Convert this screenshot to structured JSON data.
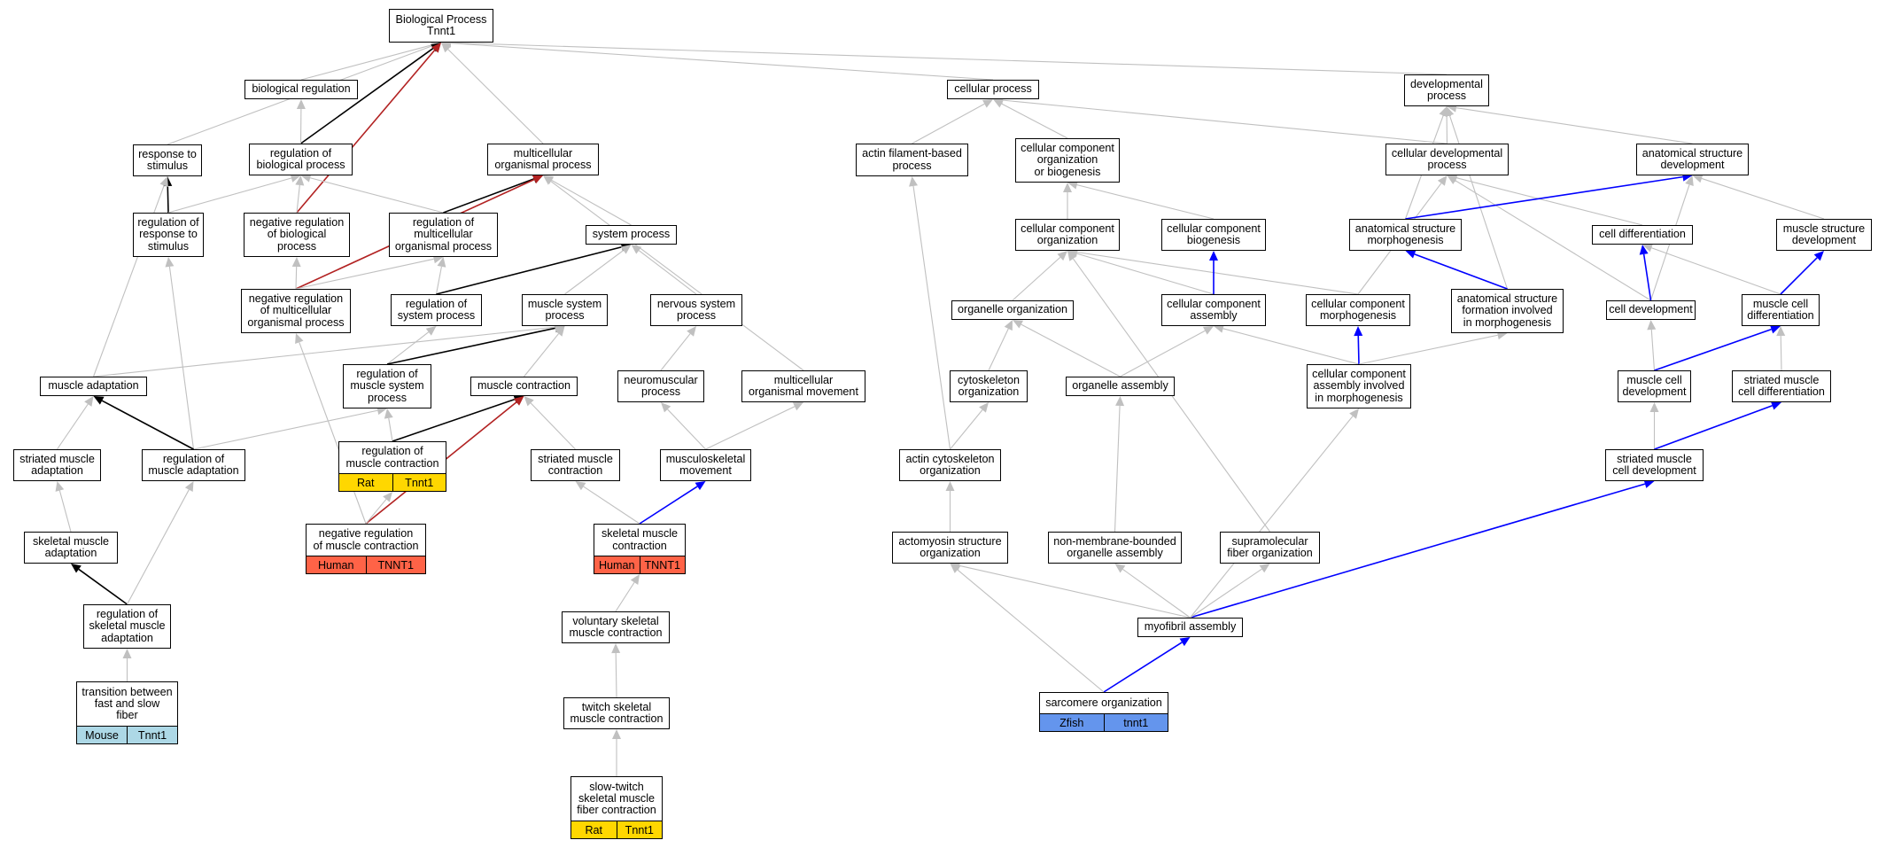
{
  "colors": {
    "gray": "#c0c0c0",
    "black": "#000000",
    "red": "#b22222",
    "blue": "#0000ff",
    "rat": "#ffd700",
    "human": "#ff6347",
    "mouse": "#add8e6",
    "zfish": "#6495ed"
  },
  "nodes": {
    "root": {
      "label": "Biological Process\nTnnt1"
    },
    "bioreg": {
      "label": "biological regulation"
    },
    "cellproc": {
      "label": "cellular process"
    },
    "devproc": {
      "label": "developmental\nprocess"
    },
    "respstim": {
      "label": "response to\nstimulus"
    },
    "regbio": {
      "label": "regulation of\nbiological process"
    },
    "multi": {
      "label": "multicellular\norganismal process"
    },
    "actinfil": {
      "label": "actin filament-based\nprocess"
    },
    "ccob": {
      "label": "cellular component\norganization\nor biogenesis"
    },
    "celldevproc": {
      "label": "cellular developmental\nprocess"
    },
    "asdev": {
      "label": "anatomical structure\ndevelopment"
    },
    "regresp": {
      "label": "regulation of\nresponse to\nstimulus"
    },
    "negregbio": {
      "label": "negative regulation\nof biological\nprocess"
    },
    "regmulti": {
      "label": "regulation of\nmulticellular\norganismal process"
    },
    "sysproc": {
      "label": "system process"
    },
    "cco": {
      "label": "cellular component\norganization"
    },
    "ccb": {
      "label": "cellular component\nbiogenesis"
    },
    "asmorph": {
      "label": "anatomical structure\nmorphogenesis"
    },
    "celldiff": {
      "label": "cell differentiation"
    },
    "musstructdev": {
      "label": "muscle structure\ndevelopment"
    },
    "negregmulti": {
      "label": "negative regulation\nof multicellular\norganismal process"
    },
    "regsys": {
      "label": "regulation of\nsystem process"
    },
    "mussys": {
      "label": "muscle system\nprocess"
    },
    "nervsys": {
      "label": "nervous system\nprocess"
    },
    "orgorg": {
      "label": "organelle organization"
    },
    "cca": {
      "label": "cellular component\nassembly"
    },
    "ccmorph": {
      "label": "cellular component\nmorphogenesis"
    },
    "asform": {
      "label": "anatomical structure\nformation involved\nin morphogenesis"
    },
    "celldev": {
      "label": "cell development"
    },
    "muscelldiff": {
      "label": "muscle cell\ndifferentiation"
    },
    "musadapt": {
      "label": "muscle adaptation"
    },
    "regmussys": {
      "label": "regulation of\nmuscle system\nprocess"
    },
    "muscontr": {
      "label": "muscle contraction"
    },
    "neuromusc": {
      "label": "neuromuscular\nprocess"
    },
    "multimove": {
      "label": "multicellular\norganismal movement"
    },
    "cytoorg": {
      "label": "cytoskeleton\norganization"
    },
    "orgasm": {
      "label": "organelle assembly"
    },
    "ccasmorph": {
      "label": "cellular component\nassembly involved\nin morphogenesis"
    },
    "muscelldev": {
      "label": "muscle cell\ndevelopment"
    },
    "strmuscelldiff": {
      "label": "striated muscle\ncell differentiation"
    },
    "stradapt": {
      "label": "striated muscle\nadaptation"
    },
    "regmusadapt": {
      "label": "regulation of\nmuscle adaptation"
    },
    "regmuscontr": {
      "label": "regulation of\nmuscle contraction",
      "ann": [
        "Rat",
        "Tnnt1"
      ],
      "color": "rat"
    },
    "strcontr": {
      "label": "striated muscle\ncontraction"
    },
    "muskelmove": {
      "label": "musculoskeletal\nmovement"
    },
    "actincyto": {
      "label": "actin cytoskeleton\norganization"
    },
    "strmuscelldev": {
      "label": "striated muscle\ncell development"
    },
    "skeladapt": {
      "label": "skeletal muscle\nadaptation"
    },
    "negregmuscontr": {
      "label": "negative regulation\nof muscle contraction",
      "ann": [
        "Human",
        "TNNT1"
      ],
      "color": "human"
    },
    "skelcontr": {
      "label": "skeletal muscle\ncontraction",
      "ann": [
        "Human",
        "TNNT1"
      ],
      "color": "human"
    },
    "actomyo": {
      "label": "actomyosin structure\norganization"
    },
    "nonmem": {
      "label": "non-membrane-bounded\norganelle assembly"
    },
    "supramol": {
      "label": "supramolecular\nfiber organization"
    },
    "regskeladapt": {
      "label": "regulation of\nskeletal muscle\nadaptation"
    },
    "volcontr": {
      "label": "voluntary skeletal\nmuscle contraction"
    },
    "myofibril": {
      "label": "myofibril assembly"
    },
    "transfiber": {
      "label": "transition between\nfast and slow\nfiber",
      "ann": [
        "Mouse",
        "Tnnt1"
      ],
      "color": "mouse"
    },
    "sarcomere": {
      "label": "sarcomere organization",
      "ann": [
        "Zfish",
        "tnnt1"
      ],
      "color": "zfish"
    },
    "twitch": {
      "label": "twitch skeletal\nmuscle contraction"
    },
    "slowtwitch": {
      "label": "slow-twitch\nskeletal muscle\nfiber contraction",
      "ann": [
        "Rat",
        "Tnnt1"
      ],
      "color": "rat"
    }
  },
  "edges": [
    [
      "bioreg",
      "root",
      "gray"
    ],
    [
      "respstim",
      "root",
      "gray"
    ],
    [
      "regbio",
      "root",
      "black"
    ],
    [
      "negregbio",
      "root",
      "red"
    ],
    [
      "multi",
      "root",
      "gray"
    ],
    [
      "cellproc",
      "root",
      "gray"
    ],
    [
      "devproc",
      "root",
      "gray"
    ],
    [
      "regbio",
      "bioreg",
      "gray"
    ],
    [
      "regresp",
      "respstim",
      "black"
    ],
    [
      "musadapt",
      "respstim",
      "gray"
    ],
    [
      "regresp",
      "regbio",
      "gray"
    ],
    [
      "negregbio",
      "regbio",
      "gray"
    ],
    [
      "regmulti",
      "regbio",
      "gray"
    ],
    [
      "regmulti",
      "multi",
      "black"
    ],
    [
      "negregmulti",
      "multi",
      "red"
    ],
    [
      "sysproc",
      "multi",
      "gray"
    ],
    [
      "multimove",
      "multi",
      "gray"
    ],
    [
      "negregmulti",
      "negregbio",
      "gray"
    ],
    [
      "negregmulti",
      "regmulti",
      "gray"
    ],
    [
      "regsys",
      "regmulti",
      "gray"
    ],
    [
      "regsys",
      "sysproc",
      "black"
    ],
    [
      "mussys",
      "sysproc",
      "gray"
    ],
    [
      "nervsys",
      "sysproc",
      "gray"
    ],
    [
      "regmusadapt",
      "regresp",
      "gray"
    ],
    [
      "negregmuscontr",
      "negregmulti",
      "gray"
    ],
    [
      "regmussys",
      "regsys",
      "gray"
    ],
    [
      "regmussys",
      "mussys",
      "black"
    ],
    [
      "musadapt",
      "mussys",
      "gray"
    ],
    [
      "muscontr",
      "mussys",
      "gray"
    ],
    [
      "neuromusc",
      "nervsys",
      "gray"
    ],
    [
      "regmusadapt",
      "regmussys",
      "gray"
    ],
    [
      "regmuscontr",
      "regmussys",
      "gray"
    ],
    [
      "regmuscontr",
      "muscontr",
      "black"
    ],
    [
      "negregmuscontr",
      "muscontr",
      "red"
    ],
    [
      "strcontr",
      "muscontr",
      "gray"
    ],
    [
      "negregmuscontr",
      "regmuscontr",
      "gray"
    ],
    [
      "stradapt",
      "musadapt",
      "gray"
    ],
    [
      "regmusadapt",
      "musadapt",
      "black"
    ],
    [
      "skeladapt",
      "stradapt",
      "gray"
    ],
    [
      "regskeladapt",
      "skeladapt",
      "black"
    ],
    [
      "regskeladapt",
      "regmusadapt",
      "gray"
    ],
    [
      "transfiber",
      "regskeladapt",
      "gray"
    ],
    [
      "skelcontr",
      "strcontr",
      "gray"
    ],
    [
      "skelcontr",
      "muskelmove",
      "blue"
    ],
    [
      "muskelmove",
      "neuromusc",
      "gray"
    ],
    [
      "muskelmove",
      "multimove",
      "gray"
    ],
    [
      "volcontr",
      "skelcontr",
      "gray"
    ],
    [
      "twitch",
      "volcontr",
      "gray"
    ],
    [
      "slowtwitch",
      "twitch",
      "gray"
    ],
    [
      "actinfil",
      "cellproc",
      "gray"
    ],
    [
      "ccob",
      "cellproc",
      "gray"
    ],
    [
      "celldevproc",
      "cellproc",
      "gray"
    ],
    [
      "celldevproc",
      "devproc",
      "gray"
    ],
    [
      "asdev",
      "devproc",
      "gray"
    ],
    [
      "asmorph",
      "devproc",
      "gray"
    ],
    [
      "asform",
      "devproc",
      "gray"
    ],
    [
      "cco",
      "ccob",
      "gray"
    ],
    [
      "ccb",
      "ccob",
      "gray"
    ],
    [
      "orgorg",
      "cco",
      "gray"
    ],
    [
      "cca",
      "cco",
      "gray"
    ],
    [
      "ccmorph",
      "cco",
      "gray"
    ],
    [
      "supramol",
      "cco",
      "gray"
    ],
    [
      "cca",
      "ccb",
      "blue"
    ],
    [
      "cytoorg",
      "orgorg",
      "gray"
    ],
    [
      "orgasm",
      "orgorg",
      "gray"
    ],
    [
      "orgasm",
      "cca",
      "gray"
    ],
    [
      "ccasmorph",
      "cca",
      "gray"
    ],
    [
      "ccasmorph",
      "ccmorph",
      "blue"
    ],
    [
      "ccmorph",
      "celldevproc",
      "gray"
    ],
    [
      "celldiff",
      "celldevproc",
      "gray"
    ],
    [
      "celldev",
      "celldevproc",
      "gray"
    ],
    [
      "asmorph",
      "asdev",
      "blue"
    ],
    [
      "musstructdev",
      "asdev",
      "gray"
    ],
    [
      "celldev",
      "asdev",
      "gray"
    ],
    [
      "asform",
      "asmorph",
      "blue"
    ],
    [
      "ccasmorph",
      "asform",
      "gray"
    ],
    [
      "celldev",
      "celldiff",
      "blue"
    ],
    [
      "muscelldiff",
      "celldiff",
      "gray"
    ],
    [
      "muscelldiff",
      "musstructdev",
      "blue"
    ],
    [
      "muscelldev",
      "celldev",
      "gray"
    ],
    [
      "muscelldev",
      "muscelldiff",
      "blue"
    ],
    [
      "strmuscelldiff",
      "muscelldiff",
      "gray"
    ],
    [
      "strmuscelldev",
      "muscelldev",
      "gray"
    ],
    [
      "strmuscelldev",
      "strmuscelldiff",
      "blue"
    ],
    [
      "myofibril",
      "strmuscelldev",
      "blue"
    ],
    [
      "actincyto",
      "cytoorg",
      "gray"
    ],
    [
      "actincyto",
      "actinfil",
      "gray"
    ],
    [
      "actomyo",
      "actincyto",
      "gray"
    ],
    [
      "nonmem",
      "orgasm",
      "gray"
    ],
    [
      "myofibril",
      "actomyo",
      "gray"
    ],
    [
      "myofibril",
      "nonmem",
      "gray"
    ],
    [
      "myofibril",
      "supramol",
      "gray"
    ],
    [
      "myofibril",
      "ccasmorph",
      "gray"
    ],
    [
      "sarcomere",
      "myofibril",
      "blue"
    ],
    [
      "sarcomere",
      "actomyo",
      "gray"
    ]
  ]
}
